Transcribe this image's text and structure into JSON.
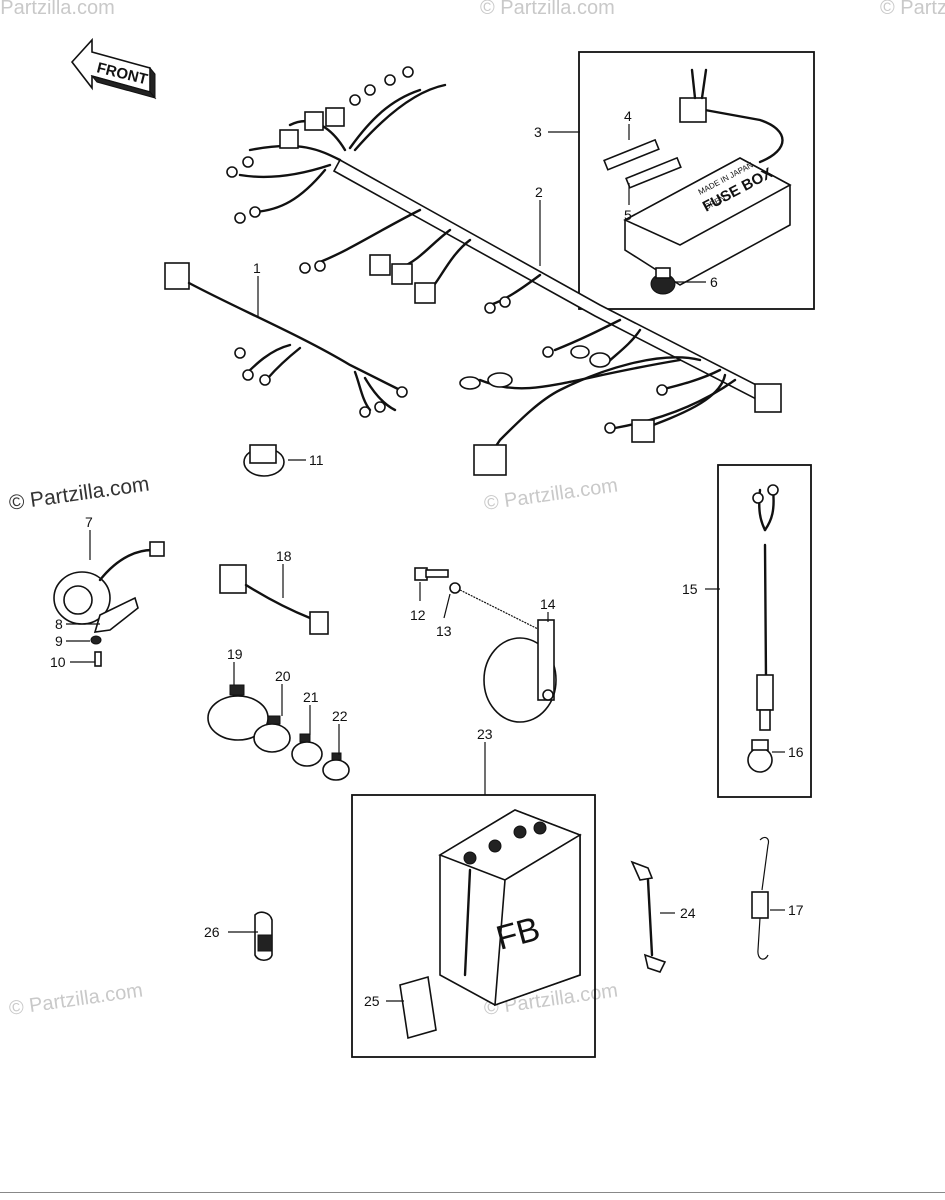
{
  "direction_label": "FRONT",
  "watermarks": [
    "© Partzilla.com",
    "© Partzilla.com",
    "© Partzilla.com",
    "© Partzilla.com",
    "© Partzilla.com",
    "© Partzilla.com",
    "© Partzilla.com"
  ],
  "fuse_box_text": {
    "brand": "FUSE BOX",
    "made_in": "MADE IN JAPAN",
    "open": "OPEN"
  },
  "battery_text": "FB",
  "callouts": {
    "p1": "1",
    "p2": "2",
    "p3": "3",
    "p4": "4",
    "p5": "5",
    "p6": "6",
    "p7": "7",
    "p8": "8",
    "p9": "9",
    "p10": "10",
    "p11": "11",
    "p12": "12",
    "p13": "13",
    "p14": "14",
    "p15": "15",
    "p16": "16",
    "p17": "17",
    "p18": "18",
    "p19": "19",
    "p20": "20",
    "p21": "21",
    "p22": "22",
    "p23": "23",
    "p24": "24",
    "p25": "25",
    "p26": "26"
  }
}
